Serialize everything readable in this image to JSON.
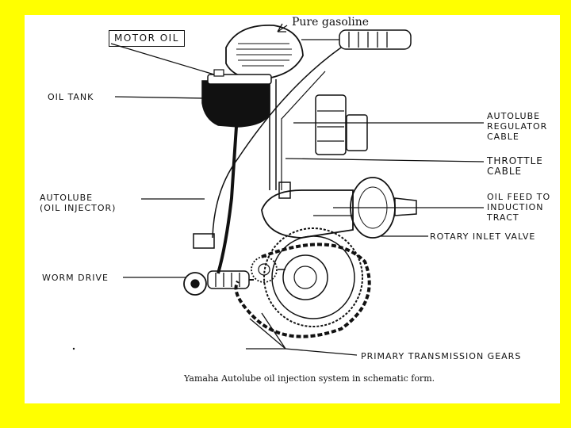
{
  "labels": {
    "pure_gasoline": "Pure gasoline",
    "motor_oil": "MOTOR OIL",
    "oil_tank": "OIL TANK",
    "autolube_injector": "AUTOLUBE\n(OIL INJECTOR)",
    "worm_drive": "WORM DRIVE",
    "regulator_cable": "AUTOLUBE\nREGULATOR\nCABLE",
    "throttle_cable": "THROTTLE\nCABLE",
    "oil_feed": "OIL FEED TO\nINDUCTION\nTRACT",
    "rotary_inlet_valve": "ROTARY INLET VALVE",
    "primary_gears": "PRIMARY TRANSMISSION GEARS"
  },
  "caption": "Yamaha Autolube oil injection system in schematic form.",
  "colors": {
    "frame": "#ffff00",
    "ink": "#111111"
  }
}
